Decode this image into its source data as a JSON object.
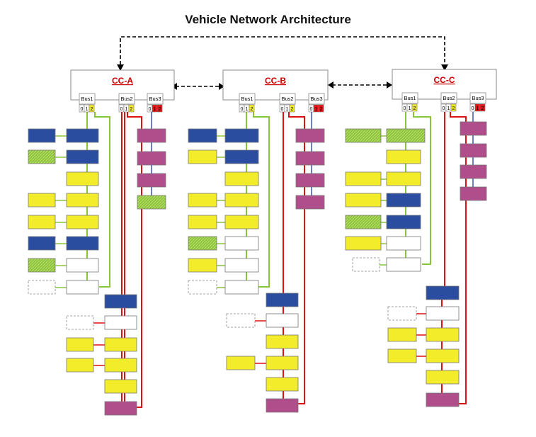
{
  "title": "Vehicle Network Architecture",
  "controllers": [
    {
      "label": "CC-A",
      "buses": [
        "Bus1",
        "Bus2",
        "Bus3"
      ],
      "ports": [
        "0",
        "1",
        "2"
      ]
    },
    {
      "label": "CC-B",
      "buses": [
        "Bus1",
        "Bus2",
        "Bus3"
      ],
      "ports": [
        "0",
        "1",
        "2"
      ]
    },
    {
      "label": "CC-C",
      "buses": [
        "Bus1",
        "Bus2",
        "Bus3"
      ],
      "ports": [
        "0",
        "1",
        "2"
      ]
    }
  ],
  "colors": {
    "blue": "#2a4da0",
    "yellow": "#f2ec2a",
    "green": "#8fc43a",
    "magenta": "#b04e8c",
    "white": "#ffffff",
    "bus_green": "#8ac43a",
    "bus_red": "#dd1111",
    "bus_blue": "#3a56b0"
  }
}
